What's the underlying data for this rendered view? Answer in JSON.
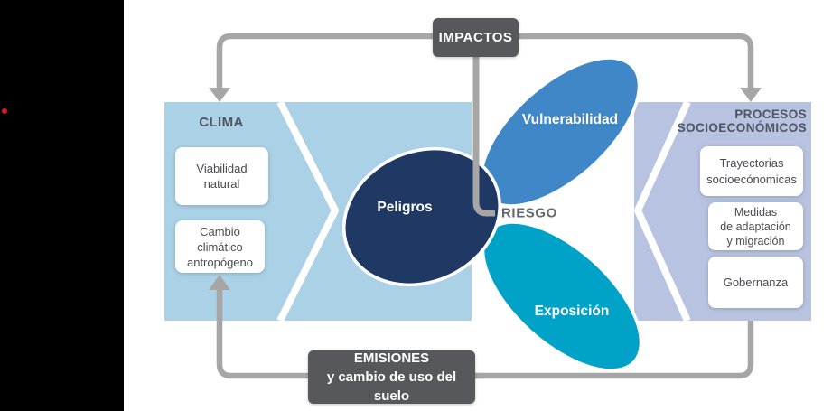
{
  "colors": {
    "panel_clima": "#aad1e6",
    "panel_procesos": "#b8c3e1",
    "navy": "#1f3864",
    "blue": "#3f87c6",
    "teal": "#00a2c7",
    "dark_box": "#57585c",
    "connector": "#a6a6a6",
    "riesgo_text": "#65676c",
    "header_text": "#4e5560",
    "card_text": "#4a4b4f",
    "dot_red": "#d51f26"
  },
  "impactos_box": {
    "label": "IMPACTOS"
  },
  "emisiones_box": {
    "label": "EMISIONES\ny cambio de uso del suelo"
  },
  "clima": {
    "title": "CLIMA",
    "cards": [
      "Viabilidad\nnatural",
      "Cambio\nclimático\nantropógeno"
    ]
  },
  "procesos": {
    "title": "PROCESOS\nSOCIOECONÓMICOS",
    "cards": [
      "Trayectorias\nsocioecónomicas",
      "Medidas\nde adaptación\ny migración",
      "Gobernanza"
    ]
  },
  "venn": {
    "peligros": "Peligros",
    "vulnerabilidad": "Vulnerabilidad",
    "exposicion": "Exposición",
    "riesgo": "RIESGO"
  }
}
